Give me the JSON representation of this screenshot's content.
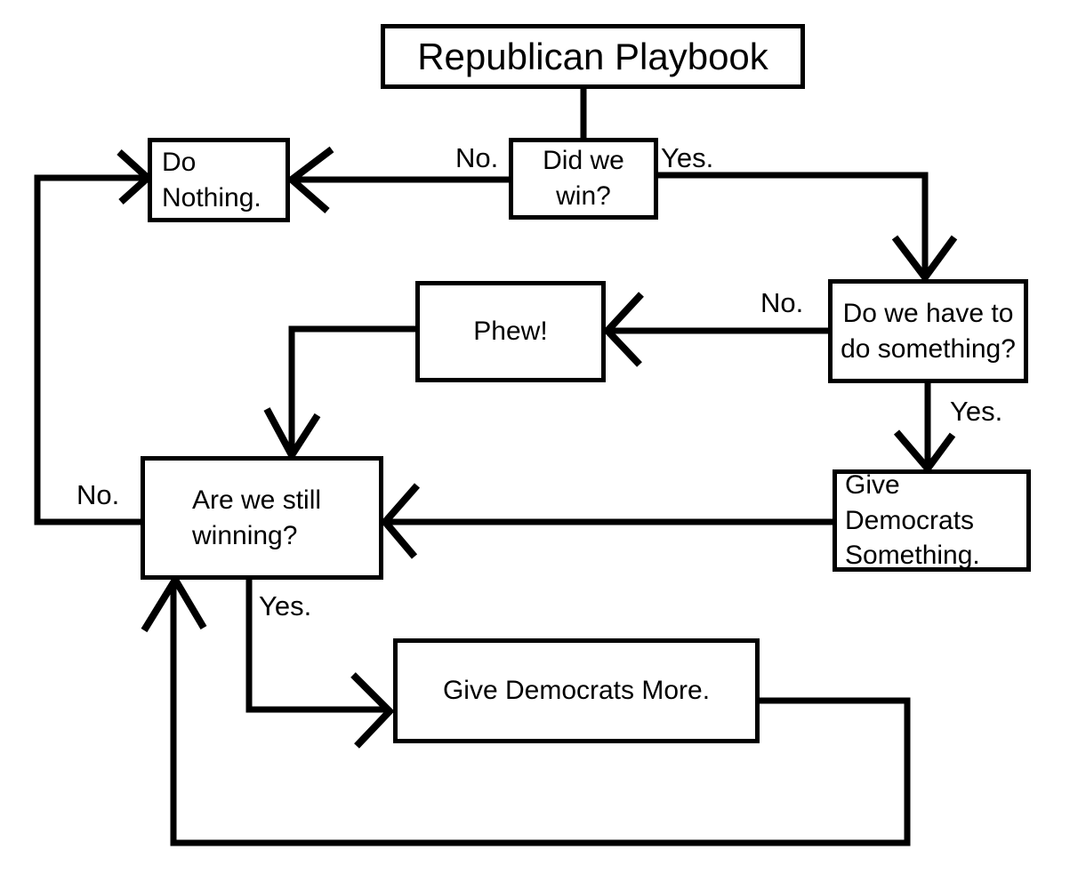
{
  "diagram": {
    "title": "Republican Playbook",
    "nodes": {
      "did_we_win": "Did we\nwin?",
      "do_nothing": "Do\nNothing.",
      "do_we_have_to": "Do we have to\ndo something?",
      "phew": "Phew!",
      "give_democrats_something": "Give Democrats\nSomething.",
      "are_we_still_winning": "Are we still\nwinning?",
      "give_democrats_more": "Give Democrats More."
    },
    "edge_labels": {
      "did_we_win_no": "No.",
      "did_we_win_yes": "Yes.",
      "do_something_no": "No.",
      "do_something_yes": "Yes.",
      "still_winning_no": "No.",
      "still_winning_yes": "Yes."
    },
    "colors": {
      "ink": "#000000",
      "background": "#ffffff"
    }
  }
}
